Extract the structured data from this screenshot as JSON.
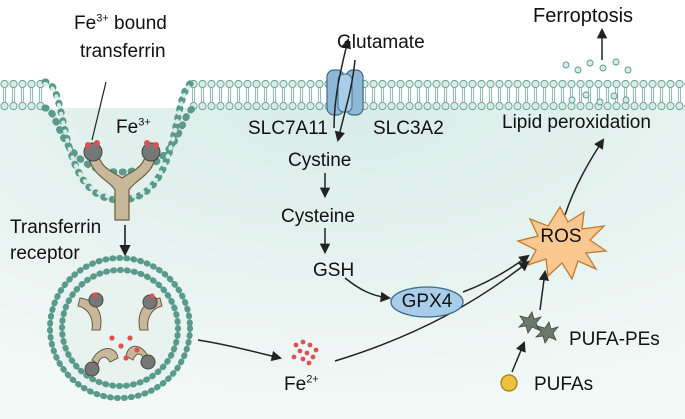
{
  "labels": {
    "ferroptosis": "Ferroptosis",
    "fe3_bound_prefix": "Fe",
    "fe3_bound_sup": "3+",
    "fe3_bound_suffix": " bound",
    "transferrin": "transferrin",
    "fe3_base": "Fe",
    "fe3_sup": "3+",
    "transferrin_receptor_line1": "Transferrin",
    "transferrin_receptor_line2": "receptor",
    "glutamate": "Glutamate",
    "slc7a11": "SLC7A11",
    "slc3a2": "SLC3A2",
    "cystine": "Cystine",
    "cysteine": "Cysteine",
    "gsh": "GSH",
    "gpx4": "GPX4",
    "ros": "ROS",
    "lipid_peroxidation": "Lipid peroxidation",
    "fe2_base": "Fe",
    "fe2_sup": "2+",
    "pufa_pes": "PUFA-PEs",
    "pufas": "PUFAs"
  },
  "colors": {
    "cytoplasm": "#e6f2ef",
    "membrane_head": "#d8ece6",
    "membrane_outline": "#5a9a8a",
    "transporter": "#8fb8d6",
    "transferrin": "#c8b89a",
    "iron": "#e05050",
    "gpx4": "#a8cde8",
    "ros_fill": "#f8c890",
    "pufa": "#f0c040",
    "pufa_pe": "#6a7a6a"
  }
}
